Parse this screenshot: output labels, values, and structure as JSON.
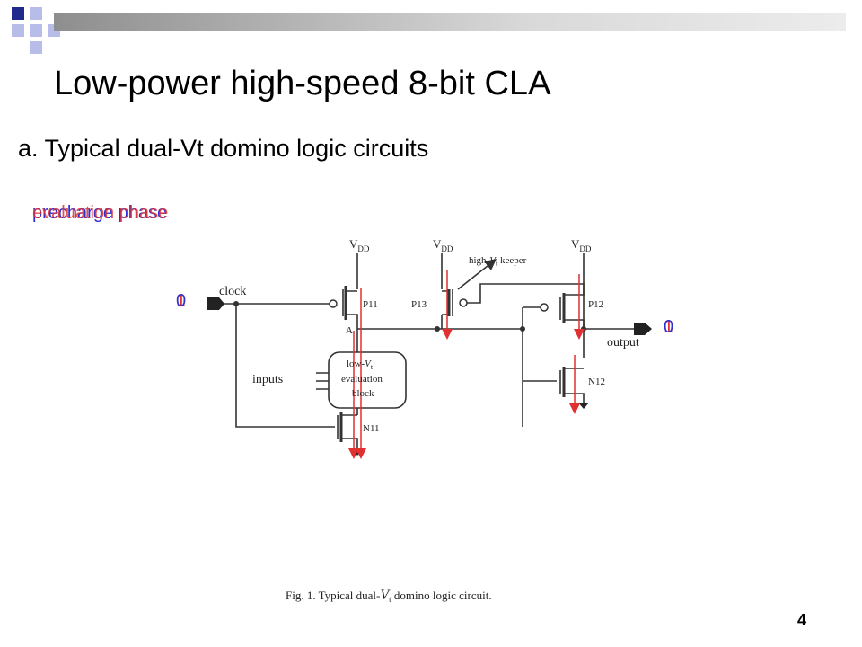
{
  "slide": {
    "title": "Low-power high-speed 8-bit CLA",
    "subtitle": "a. Typical dual-Vt domino logic circuits",
    "page_number": "4",
    "accent_color": "#1f2a8c",
    "phase_labels": {
      "precharge": "precharge phase",
      "evaluation": "evaluation phase"
    },
    "overlay_values": {
      "clock_a": "1",
      "clock_b": "0",
      "output_a": "1",
      "output_b": "0"
    },
    "overlay_colors": {
      "red": "#e03030",
      "blue": "#3030d0"
    }
  },
  "circuit": {
    "vdd_labels": [
      "V",
      "V",
      "V"
    ],
    "vdd_sub": "DD",
    "clock": "clock",
    "inputs": "inputs",
    "output": "output",
    "node_a": "A",
    "p11": "P11",
    "p12": "P12",
    "p13": "P13",
    "n11": "N11",
    "n12": "N12",
    "keeper_prefix": "high-",
    "keeper_var": "V",
    "keeper_sub": "t",
    "keeper_suffix": " keeper",
    "block_line1_prefix": "low-",
    "block_line1_var": "V",
    "block_line1_sub": "t",
    "block_line2": "evaluation",
    "block_line3": "block",
    "caption_prefix": "Fig. 1.   Typical dual-",
    "caption_var": "V",
    "caption_sub": "t",
    "caption_suffix": "  domino logic circuit."
  }
}
